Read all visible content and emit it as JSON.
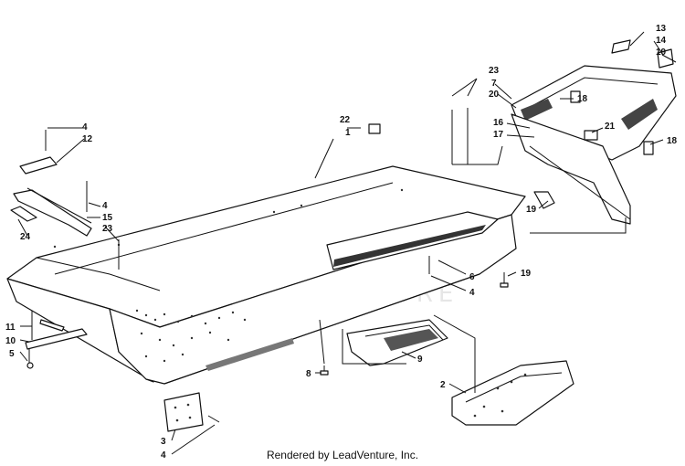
{
  "diagram": {
    "watermark": "LEADVENTURE",
    "footer": "Rendered by LeadVenture, Inc.",
    "callouts": [
      {
        "id": "c13",
        "label": "13"
      },
      {
        "id": "c14",
        "label": "14"
      },
      {
        "id": "c19a",
        "label": "19"
      },
      {
        "id": "c23a",
        "label": "23"
      },
      {
        "id": "c7",
        "label": "7"
      },
      {
        "id": "c20",
        "label": "20"
      },
      {
        "id": "c18a",
        "label": "18"
      },
      {
        "id": "c22",
        "label": "22"
      },
      {
        "id": "c1",
        "label": "1"
      },
      {
        "id": "c16",
        "label": "16"
      },
      {
        "id": "c17",
        "label": "17"
      },
      {
        "id": "c21",
        "label": "21"
      },
      {
        "id": "c18b",
        "label": "18"
      },
      {
        "id": "c4a",
        "label": "4"
      },
      {
        "id": "c12",
        "label": "12"
      },
      {
        "id": "c4b",
        "label": "4"
      },
      {
        "id": "c15",
        "label": "15"
      },
      {
        "id": "c23b",
        "label": "23"
      },
      {
        "id": "c24",
        "label": "24"
      },
      {
        "id": "c19b",
        "label": "19"
      },
      {
        "id": "c19c",
        "label": "19"
      },
      {
        "id": "c6",
        "label": "6"
      },
      {
        "id": "c4c",
        "label": "4"
      },
      {
        "id": "c11",
        "label": "11"
      },
      {
        "id": "c10",
        "label": "10"
      },
      {
        "id": "c5",
        "label": "5"
      },
      {
        "id": "c8",
        "label": "8"
      },
      {
        "id": "c9",
        "label": "9"
      },
      {
        "id": "c2",
        "label": "2"
      },
      {
        "id": "c3",
        "label": "3"
      },
      {
        "id": "c4d",
        "label": "4"
      }
    ]
  }
}
